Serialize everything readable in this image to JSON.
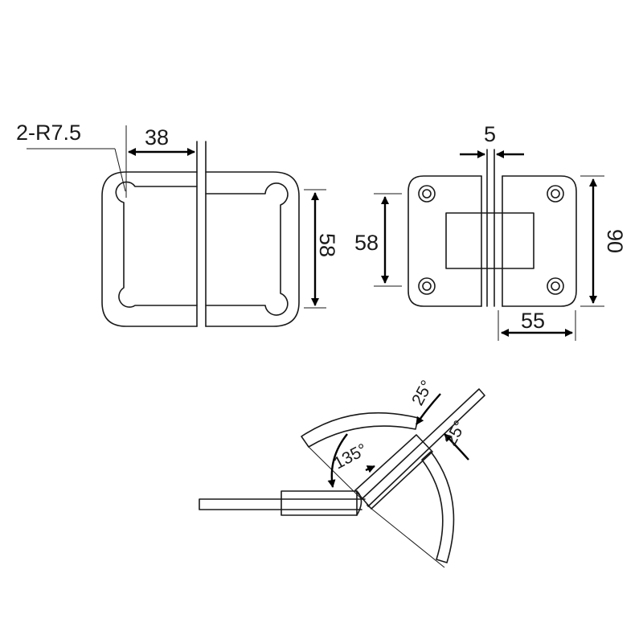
{
  "labels": {
    "radius_callout": "2-R7.5",
    "left_plate_width": "38",
    "left_plate_height": "58",
    "front_gap": "5",
    "front_hole_spacing": "58",
    "front_total_height": "90",
    "front_leaf_width": "55",
    "angle_open": "135°",
    "angle_upper": "25°",
    "angle_lower": "25°"
  }
}
